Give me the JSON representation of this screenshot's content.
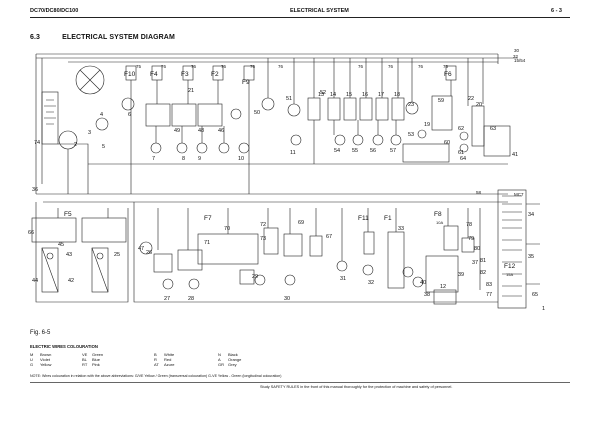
{
  "header": {
    "model": "DC70/DC80/DC100",
    "chapter": "ELECTRICAL SYSTEM",
    "page": "6 - 3"
  },
  "section": {
    "number": "6.3",
    "title": "ELECTRICAL SYSTEM DIAGRAM"
  },
  "figure_label": "Fig. 6-5",
  "legend": {
    "title": "ELECTRIC WIRES COLOURATION",
    "entries": [
      {
        "code": "M",
        "name": "Brown"
      },
      {
        "code": "U",
        "name": "Violet"
      },
      {
        "code": "G",
        "name": "Yellow"
      },
      {
        "code": "VE",
        "name": "Green"
      },
      {
        "code": "BL",
        "name": "Blue"
      },
      {
        "code": "RT",
        "name": "Pink"
      },
      {
        "code": "B",
        "name": "White"
      },
      {
        "code": "R",
        "name": "Red"
      },
      {
        "code": "AT",
        "name": "Azure"
      },
      {
        "code": "N",
        "name": "Black"
      },
      {
        "code": "A",
        "name": "Orange"
      },
      {
        "code": "GR",
        "name": "Grey"
      }
    ],
    "note": "NOTE: Wires colouration in relation with the above abbreviations: G/VE   Yellow / Green (transversal colouration)   G-VE   Yellow - Green (longitudinal colouration)"
  },
  "footer": "Study SAFETY RULES in the front of this manual thoroughly for the protection of machine and safety of personnel.",
  "diagram": {
    "fuses_top": [
      "F10",
      "F4",
      "F3",
      "F2",
      "F9",
      "F6"
    ],
    "fuses_bottom": [
      "F5",
      "F7",
      "F11",
      "F1",
      "F8",
      "F12"
    ],
    "fuse_ratings": {
      "F12": "15A",
      "F8": "10A"
    },
    "top_numbers": [
      "75",
      "76",
      "76",
      "76",
      "76",
      "76",
      "76",
      "76",
      "76",
      "75",
      "32"
    ],
    "component_numbers": [
      "74",
      "2",
      "3",
      "4",
      "5",
      "6",
      "21",
      "7",
      "49",
      "8",
      "48",
      "9",
      "46",
      "50",
      "10",
      "51",
      "11",
      "52",
      "13",
      "14",
      "15",
      "16",
      "17",
      "18",
      "23",
      "19",
      "59",
      "22",
      "20",
      "53",
      "54",
      "55",
      "56",
      "57",
      "60",
      "62",
      "61",
      "63",
      "64",
      "41"
    ],
    "lower_numbers": [
      "36",
      "66",
      "45",
      "43",
      "44",
      "42",
      "25",
      "47",
      "26",
      "27",
      "28",
      "70",
      "71",
      "72",
      "73",
      "29",
      "30",
      "69",
      "67",
      "31",
      "32",
      "33",
      "34",
      "35",
      "40",
      "38",
      "39",
      "37",
      "12",
      "78",
      "79",
      "80",
      "81",
      "82",
      "83",
      "77",
      "65",
      "1"
    ],
    "side_labels": [
      "30",
      "15/54",
      "58",
      "MC7"
    ]
  }
}
